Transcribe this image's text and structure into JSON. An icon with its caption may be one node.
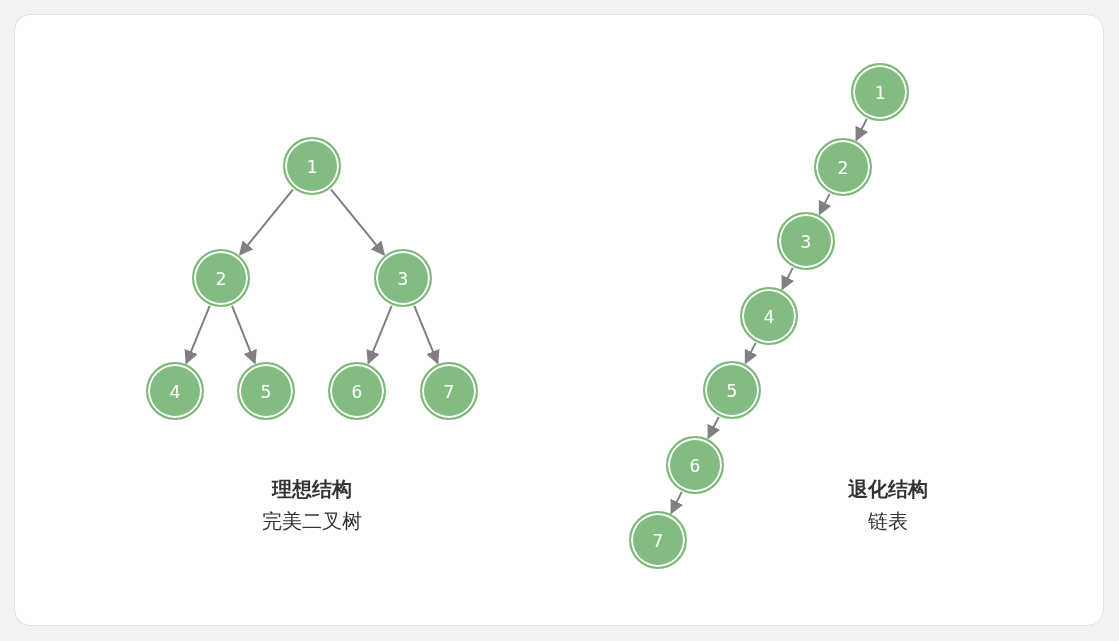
{
  "diagram": {
    "nodes": [
      {
        "text": [
          "1"
        ]
      },
      {
        "text": [
          "2"
        ]
      },
      {
        "text": [
          "3"
        ]
      },
      {
        "text": [
          "4"
        ]
      },
      {
        "text": [
          "5"
        ]
      },
      {
        "text": [
          "6"
        ]
      },
      {
        "text": [
          "7"
        ]
      },
      {
        "text": [
          "1"
        ]
      },
      {
        "text": [
          "2"
        ]
      },
      {
        "text": [
          "3"
        ]
      },
      {
        "text": [
          "4"
        ]
      },
      {
        "text": [
          "5"
        ]
      },
      {
        "text": [
          "6"
        ]
      },
      {
        "text": [
          "7"
        ]
      }
    ],
    "edges": [
      {
        "from": 0,
        "to": 1,
        "arrow": "to"
      },
      {
        "from": 0,
        "to": 2,
        "arrow": "to"
      },
      {
        "from": 1,
        "to": 3,
        "arrow": "to"
      },
      {
        "from": 1,
        "to": 4,
        "arrow": "to"
      },
      {
        "from": 2,
        "to": 5,
        "arrow": "to"
      },
      {
        "from": 2,
        "to": 6,
        "arrow": "to"
      },
      {
        "from": 7,
        "to": 8,
        "arrow": "to"
      },
      {
        "from": 8,
        "to": 9,
        "arrow": "to"
      },
      {
        "from": 9,
        "to": 10,
        "arrow": "to"
      },
      {
        "from": 10,
        "to": 11,
        "arrow": "to"
      },
      {
        "from": 11,
        "to": 12,
        "arrow": "to"
      },
      {
        "from": 12,
        "to": 13,
        "arrow": "to"
      }
    ],
    "labels": [
      "理想结构",
      "退化结构",
      "完美二叉树",
      "链表"
    ]
  }
}
